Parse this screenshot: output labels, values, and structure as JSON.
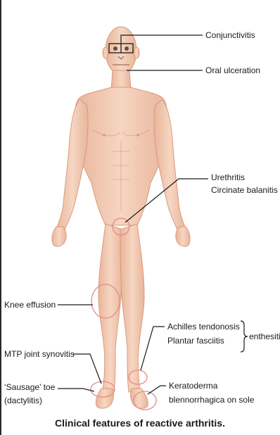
{
  "labels": {
    "conjunctivitis": "Conjunctivitis",
    "oral_ulceration": "Oral ulceration",
    "urethritis": "Urethritis",
    "circinate_balanitis": "Circinate balanitis",
    "knee_effusion": "Knee effusion",
    "achilles_tendonosis": "Achilles tendonosis",
    "plantar_fasciitis": "Plantar fasciitis",
    "enthesitis": "enthesitis",
    "mtp_joint_synovitis": "MTP joint synovitis",
    "sausage_toe": "‘Sausage’ toe",
    "dactylitis": "(dactylitis)",
    "keratoderma": "Keratoderma",
    "blennorrhagica": "blennorrhagica on sole"
  },
  "caption": "Clinical features of reactive arthritis.",
  "colors": {
    "skin": "#f3cdb6",
    "skin_shadow": "#e2a98d",
    "circle": "#e58a8a",
    "leader": "#1a1a1a",
    "eye_box": "#1a1a1a"
  }
}
